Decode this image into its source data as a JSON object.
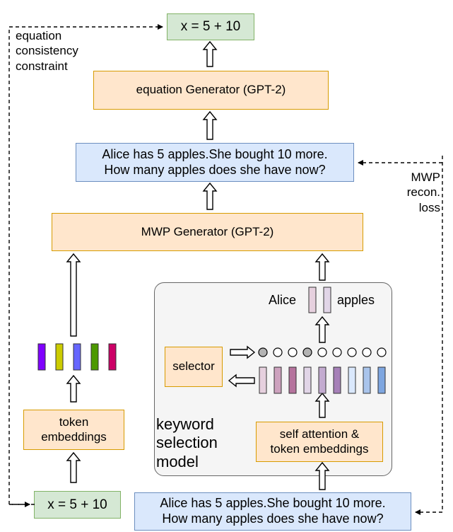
{
  "equation_top": "x = 5 + 10",
  "equation_bottom": "x = 5 + 10",
  "equation_generator": "equation Generator (GPT-2)",
  "mwp_generator": "MWP Generator (GPT-2)",
  "mwp_text_top": {
    "line1": "Alice has 5 apples.She bought 10 more.",
    "line2": "How many apples does she have now?"
  },
  "mwp_text_bottom": {
    "line1": "Alice has 5 apples.She bought 10 more.",
    "line2": "How many apples does she have now?"
  },
  "token_embeddings": {
    "line1": "token",
    "line2": "embeddings"
  },
  "self_attention": {
    "line1": "self attention &",
    "line2": "token embeddings"
  },
  "selector": "selector",
  "keyword_model_label": {
    "line1": "keyword",
    "line2": "selection",
    "line3": "model"
  },
  "keyword_left": "Alice",
  "keyword_right": "apples",
  "equation_loss_label": {
    "line1": "equation",
    "line2": "consistency",
    "line3": "constraint"
  },
  "mwp_loss_label": {
    "line1": "MWP",
    "line2": "recon.",
    "line3": "loss"
  },
  "colors": {
    "orange_fill": "#ffe6cc",
    "orange_stroke": "#d79b00",
    "blue_fill": "#dae8fc",
    "blue_stroke": "#6c8ebf",
    "green_fill": "#d5e8d4",
    "green_stroke": "#82b366",
    "gray_fill": "#f5f5f5",
    "gray_stroke": "#666666"
  },
  "token_bar_colors": [
    "#7f00ff",
    "#cccc00",
    "#6666ff",
    "#4d9900",
    "#cc0066"
  ],
  "embedding_bar_colors": [
    "#e6d0de",
    "#cda2be",
    "#b5739d",
    "#e1d5e7",
    "#c3abd0",
    "#a680b8",
    "#dae8fc",
    "#a9c4eb",
    "#7ea6e0"
  ],
  "keyword_bar_colors": [
    "#e6d0de",
    "#e1d5e7"
  ],
  "selection_dots": [
    true,
    false,
    false,
    true,
    false,
    false,
    false,
    false,
    false
  ]
}
